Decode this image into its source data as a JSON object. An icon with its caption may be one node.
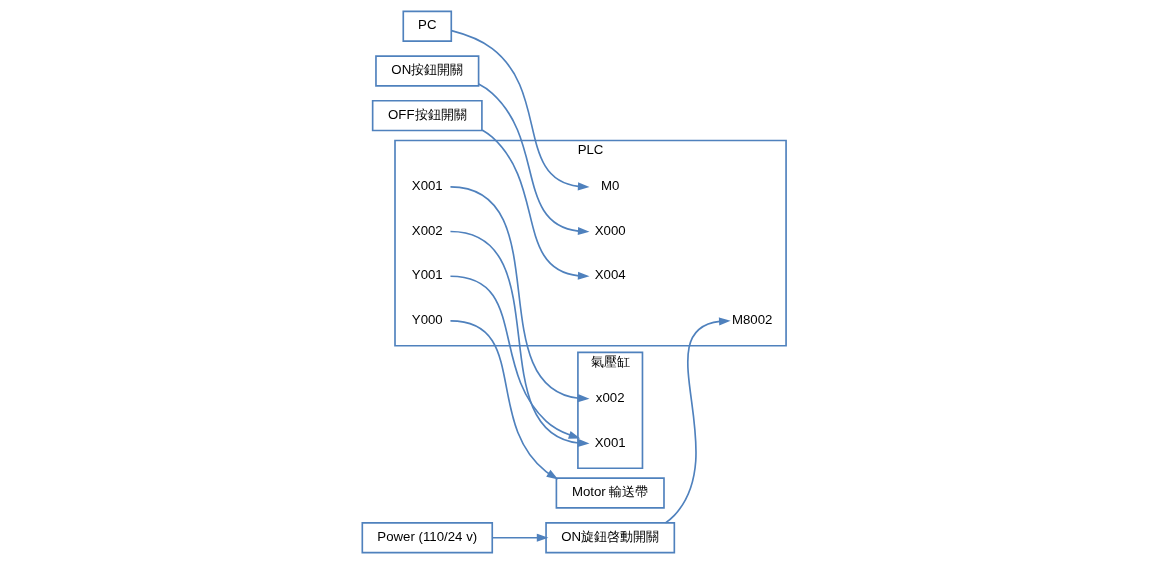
{
  "diagram": {
    "nodes": [
      {
        "text": [
          "PC"
        ]
      },
      {
        "text": [
          "Power (110/24 v)"
        ]
      },
      {
        "text": [
          "ON旋鈕啓動開關"
        ]
      },
      {
        "text": [
          "ON按鈕開關"
        ]
      },
      {
        "text": [
          "OFF按鈕開關"
        ]
      },
      {
        "text": [
          "PLC"
        ]
      },
      {
        "text": [
          "M8002"
        ],
        "in": 5
      },
      {
        "text": [
          "X000"
        ],
        "in": 5
      },
      {
        "text": [
          "X001"
        ],
        "in": 5
      },
      {
        "text": [
          "X002"
        ],
        "in": 5
      },
      {
        "text": [
          "X004"
        ],
        "in": 5
      },
      {
        "text": [
          "M0"
        ],
        "in": 5
      },
      {
        "text": [
          "Y000"
        ],
        "in": 5
      },
      {
        "text": [
          "Y001"
        ],
        "in": 5
      },
      {
        "text": [
          "Motor 輸送帶"
        ]
      },
      {
        "text": [
          "氣壓缸"
        ]
      },
      {
        "text": [
          "X001"
        ],
        "in": 15
      },
      {
        "text": [
          "x002"
        ],
        "in": 15
      }
    ],
    "edges": [
      {
        "from": 0,
        "to": 11,
        "arrow": "to"
      },
      {
        "from": 1,
        "to": 2,
        "arrow": "to"
      },
      {
        "from": 2,
        "to": 6,
        "arrow": "to"
      },
      {
        "from": 3,
        "to": 7,
        "arrow": "to"
      },
      {
        "from": 4,
        "to": 10,
        "arrow": "to"
      },
      {
        "from": 8,
        "to": 17,
        "arrow": "to"
      },
      {
        "from": 9,
        "to": 16,
        "arrow": "to"
      },
      {
        "from": 12,
        "to": 14,
        "arrow": "to"
      },
      {
        "from": 13,
        "to": 15,
        "arrow": "to"
      }
    ]
  }
}
